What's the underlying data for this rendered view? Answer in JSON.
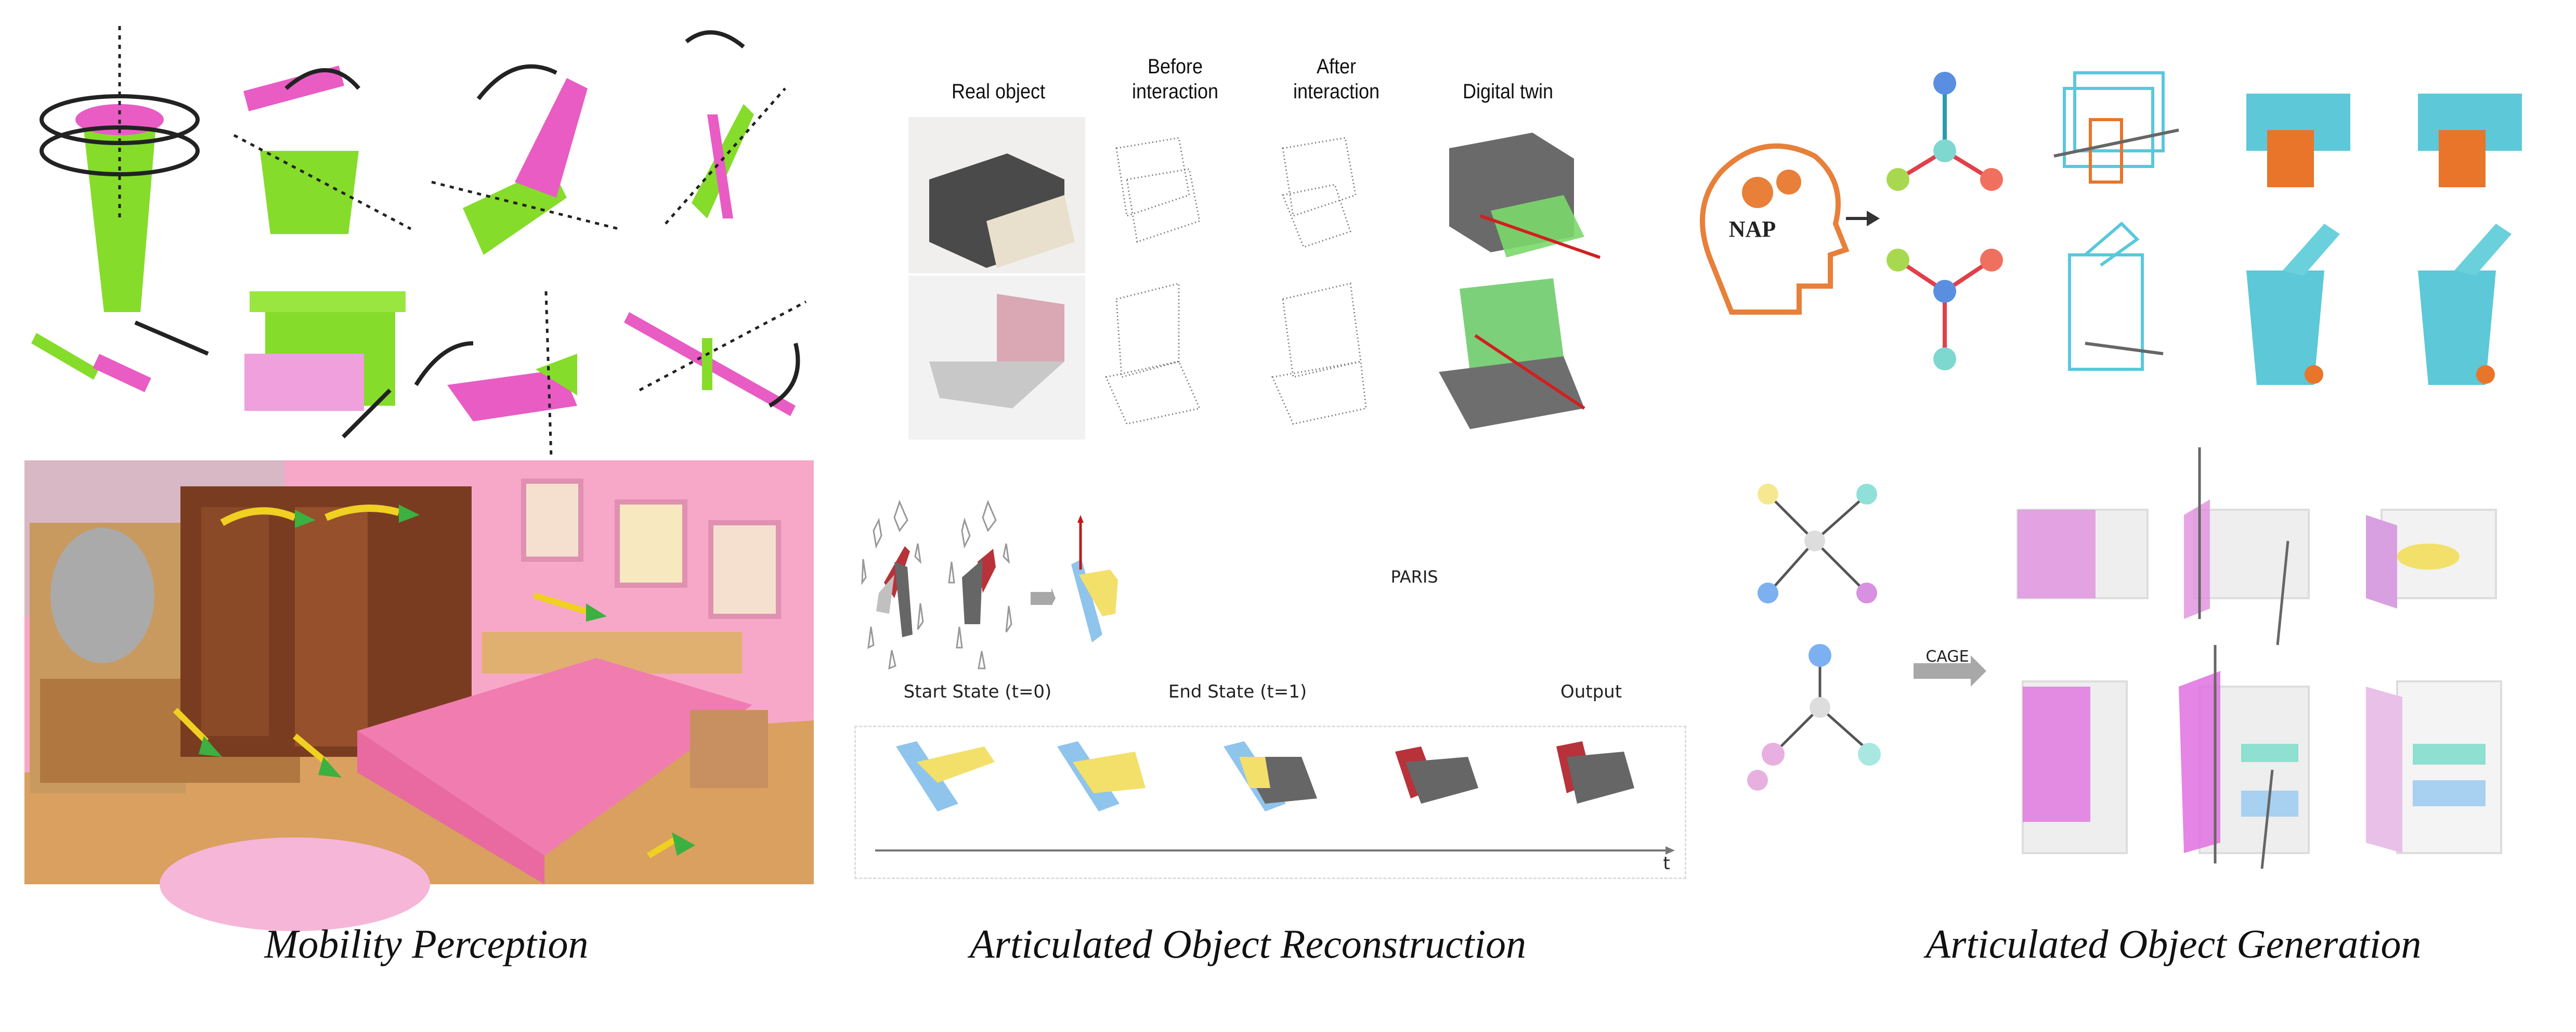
{
  "panels": {
    "mobility": {
      "caption": "Mobility Perception"
    },
    "reconstruction": {
      "caption": "Articulated Object Reconstruction",
      "column_headers": [
        "Real object",
        "Before\ninteraction",
        "After\ninteraction",
        "Digital twin"
      ],
      "headers": {
        "real_object": "Real object",
        "before_1": "Before",
        "before_2": "interaction",
        "after_1": "After",
        "after_2": "interaction",
        "digital_twin": "Digital twin"
      },
      "usb_labels": {
        "start": "Start State (t=0)",
        "end": "End State (t=1)",
        "method": "PARIS",
        "output": "Output",
        "time_axis": "t"
      }
    },
    "generation": {
      "caption": "Articulated Object Generation",
      "nap_label": "NAP",
      "cage_label": "CAGE"
    }
  },
  "colors": {
    "green": "#7fdc1e",
    "magenta": "#e040b8",
    "pink_room": "#f5a0c4",
    "blue_part": "#8fc4ec",
    "yellow_part": "#f2e06a",
    "usb_red": "#b8323a",
    "teal": "#5cc8d8",
    "orange": "#e8752a",
    "arrow_gray": "#a8a8a8"
  }
}
